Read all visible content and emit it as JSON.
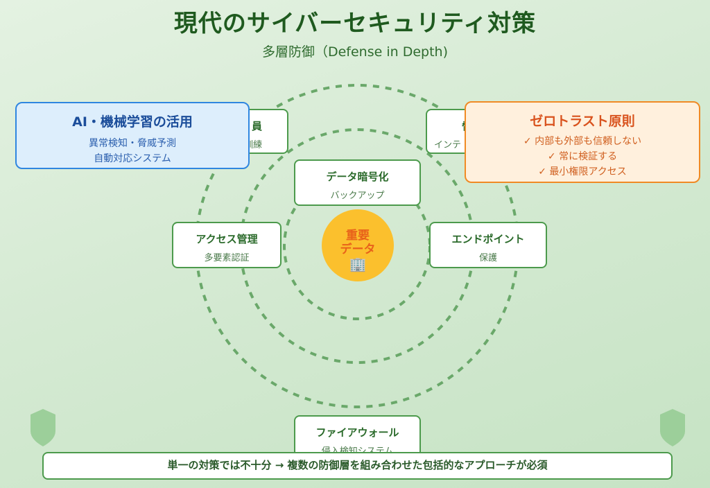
{
  "header": {
    "title": "現代のサイバーセキュリティ対策",
    "subtitle": "多層防御（Defense in Depth)"
  },
  "core": {
    "label_line1": "重要",
    "label_line2": "データ",
    "icon": "office-building-icon",
    "icon_glyph": "🏢"
  },
  "layers": {
    "employee": {
      "name": "従業員",
      "name_visible": "員",
      "desc": "教育・訓練",
      "desc_visible": "訓練"
    },
    "threat": {
      "name": "脅威",
      "name_visible": "脅",
      "desc": "インテリジェンス",
      "desc_visible": "インテ"
    },
    "encryption": {
      "name": "データ暗号化",
      "desc": "バックアップ"
    },
    "access": {
      "name": "アクセス管理",
      "desc": "多要素認証"
    },
    "endpoint": {
      "name": "エンドポイント",
      "desc": "保護"
    },
    "firewall": {
      "name": "ファイアウォール",
      "desc": "侵入検知システム"
    }
  },
  "callouts": {
    "ai": {
      "title": "AI・機械学習の活用",
      "lines": [
        "異常検知・脅威予測",
        "自動対応システム"
      ]
    },
    "zero_trust": {
      "title": "ゼロトラスト原則",
      "lines": [
        "✓ 内部も外部も信頼しない",
        "✓ 常に検証する",
        "✓ 最小権限アクセス"
      ]
    }
  },
  "footer": {
    "text": "単一の対策では不十分 → 複数の防御層を組み合わせた包括的なアプローチが必須"
  },
  "colors": {
    "primary_green": "#4c9a4c",
    "title_green": "#1f5a1f",
    "core_yellow": "#fbc02d",
    "core_text": "#e8621a",
    "ai_blue": "#2f86e0",
    "zero_trust_orange": "#f08a24"
  }
}
